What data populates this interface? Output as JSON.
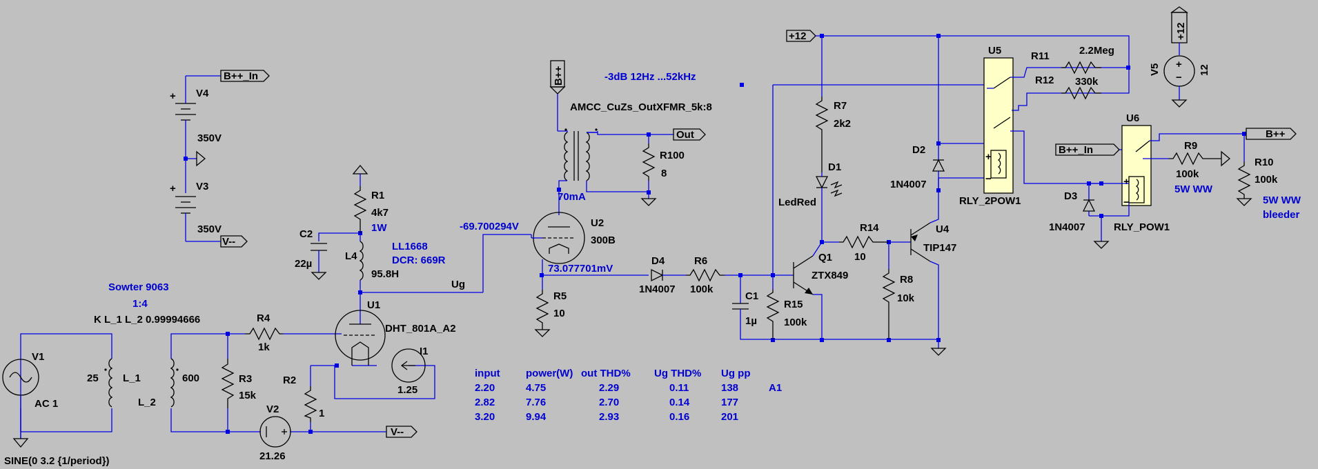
{
  "components": {
    "V1": {
      "ref": "V1",
      "value": "AC 1",
      "source": "SINE(0 3.2 {1/period})"
    },
    "L1": {
      "ref": "L_1",
      "value": "25"
    },
    "L2": {
      "ref": "L_2",
      "value": "600"
    },
    "K": {
      "text": "K L_1 L_2  0.99994666"
    },
    "sowter": {
      "title": "Sowter 9063",
      "ratio": "1:4"
    },
    "R3": {
      "ref": "R3",
      "value": "15k"
    },
    "R4": {
      "ref": "R4",
      "value": "1k"
    },
    "R2": {
      "ref": "R2",
      "value": "1"
    },
    "V2": {
      "ref": "V2",
      "value": "21.26"
    },
    "I1": {
      "ref": "I1",
      "value": "1.25"
    },
    "U1": {
      "ref": "U1",
      "value": "DHT_801A_A2"
    },
    "R1": {
      "ref": "R1",
      "value": "4k7",
      "rating": "1W"
    },
    "C2": {
      "ref": "C2",
      "value": "22µ"
    },
    "L4": {
      "ref": "L4",
      "value": "95.8H",
      "part": "LL1668",
      "dcr": "DCR: 669R"
    },
    "V4": {
      "ref": "V4",
      "value": "350V"
    },
    "V3": {
      "ref": "V3",
      "value": "350V"
    },
    "U2": {
      "ref": "U2",
      "value": "300B"
    },
    "R5": {
      "ref": "R5",
      "value": "10"
    },
    "xfmr": {
      "name": "AMCC_CuZs_OutXFMR_5k:8",
      "bw": "-3dB 12Hz ...52kHz"
    },
    "R100": {
      "ref": "R100",
      "value": "8"
    },
    "D4": {
      "ref": "D4",
      "value": "1N4007"
    },
    "R6": {
      "ref": "R6",
      "value": "100k"
    },
    "C1": {
      "ref": "C1",
      "value": "1µ"
    },
    "R15": {
      "ref": "R15",
      "value": "100k"
    },
    "Q1": {
      "ref": "Q1",
      "value": "ZTX849"
    },
    "R7": {
      "ref": "R7",
      "value": "2k2"
    },
    "D1": {
      "ref": "D1",
      "value": "LedRed"
    },
    "R14": {
      "ref": "R14",
      "value": "10"
    },
    "R8": {
      "ref": "R8",
      "value": "10k"
    },
    "U4": {
      "ref": "U4",
      "value": "TIP147"
    },
    "D2": {
      "ref": "D2",
      "value": "1N4007"
    },
    "U5": {
      "ref": "U5",
      "value": "RLY_2POW1"
    },
    "R11": {
      "ref": "R11",
      "value": "2.2Meg"
    },
    "R12": {
      "ref": "R12",
      "value": "330k"
    },
    "V5": {
      "ref": "V5",
      "value": "12"
    },
    "U6": {
      "ref": "U6",
      "value": "RLY_POW1"
    },
    "D3": {
      "ref": "D3",
      "value": "1N4007"
    },
    "R9": {
      "ref": "R9",
      "value": "100k",
      "rating": "5W WW"
    },
    "R10": {
      "ref": "R10",
      "value": "100k",
      "rating": "5W WW",
      "note": "bleeder"
    }
  },
  "nets": {
    "bpp_in": "B++_In",
    "vmm": "V--",
    "bpp": "B++",
    "p12": "+12",
    "out": "Out",
    "ug": "Ug",
    "grid_voltage": "-69.700294V",
    "cathode_voltage": "73.077701mV",
    "plate_current": "70mA"
  },
  "table": {
    "headers": [
      "input",
      "power(W)",
      "out THD%",
      "Ug THD%",
      "Ug pp"
    ],
    "rows": [
      [
        "2.20",
        "4.75",
        "2.29",
        "0.11",
        "138"
      ],
      [
        "2.82",
        "7.76",
        "2.70",
        "0.14",
        "177"
      ],
      [
        "3.20",
        "9.94",
        "2.93",
        "0.16",
        "201"
      ]
    ],
    "note": "A1"
  },
  "colors": {
    "background": "#c0c0c0",
    "wire": "#0000e6",
    "component": "#000000",
    "annotation": "#0000d0",
    "relay": "#ffffc8"
  }
}
